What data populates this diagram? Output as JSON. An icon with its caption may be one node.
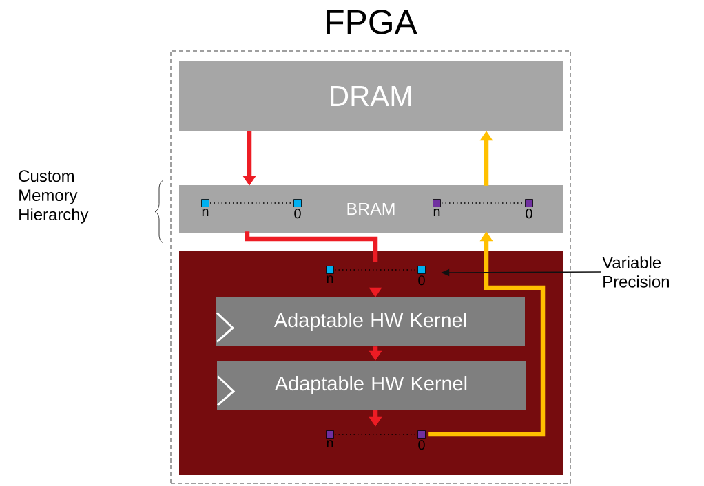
{
  "diagram": {
    "nodes": [
      {
        "text": [
          "FPGA"
        ]
      },
      {
        "text": [
          "DRAM"
        ],
        "in": 0
      },
      {
        "text": [
          "BRAM"
        ],
        "in": 0
      },
      {
        "text": [],
        "shape": "box",
        "in": 0
      },
      {
        "text": [
          "n",
          "0"
        ],
        "in": 2
      },
      {
        "text": [
          "n",
          "0"
        ],
        "in": 2
      },
      {
        "text": [
          "n",
          "0"
        ],
        "in": 3
      },
      {
        "text": [
          "Adaptable HW Kernel"
        ],
        "in": 3
      },
      {
        "text": [
          "Adaptable HW Kernel"
        ],
        "in": 3
      },
      {
        "text": [
          "n",
          "0"
        ],
        "in": 3
      },
      {
        "text": [
          "Variable Precision"
        ]
      }
    ],
    "edges": [
      {
        "from": 1,
        "to": 4,
        "arrow": "to"
      },
      {
        "from": 4,
        "to": 6,
        "arrow": "none"
      },
      {
        "from": 6,
        "to": 7,
        "arrow": "to"
      },
      {
        "from": 7,
        "to": 8,
        "arrow": "to"
      },
      {
        "from": 8,
        "to": 9,
        "arrow": "to"
      },
      {
        "from": 9,
        "to": 5,
        "arrow": "to",
        "color": "#ffc000"
      },
      {
        "from": 5,
        "to": 1,
        "arrow": "to",
        "color": "#ffc000"
      },
      {
        "from": 10,
        "to": 6,
        "arrow": "to",
        "color": "#111111"
      }
    ],
    "labels": [
      "Custom Memory Hierarchy"
    ]
  }
}
